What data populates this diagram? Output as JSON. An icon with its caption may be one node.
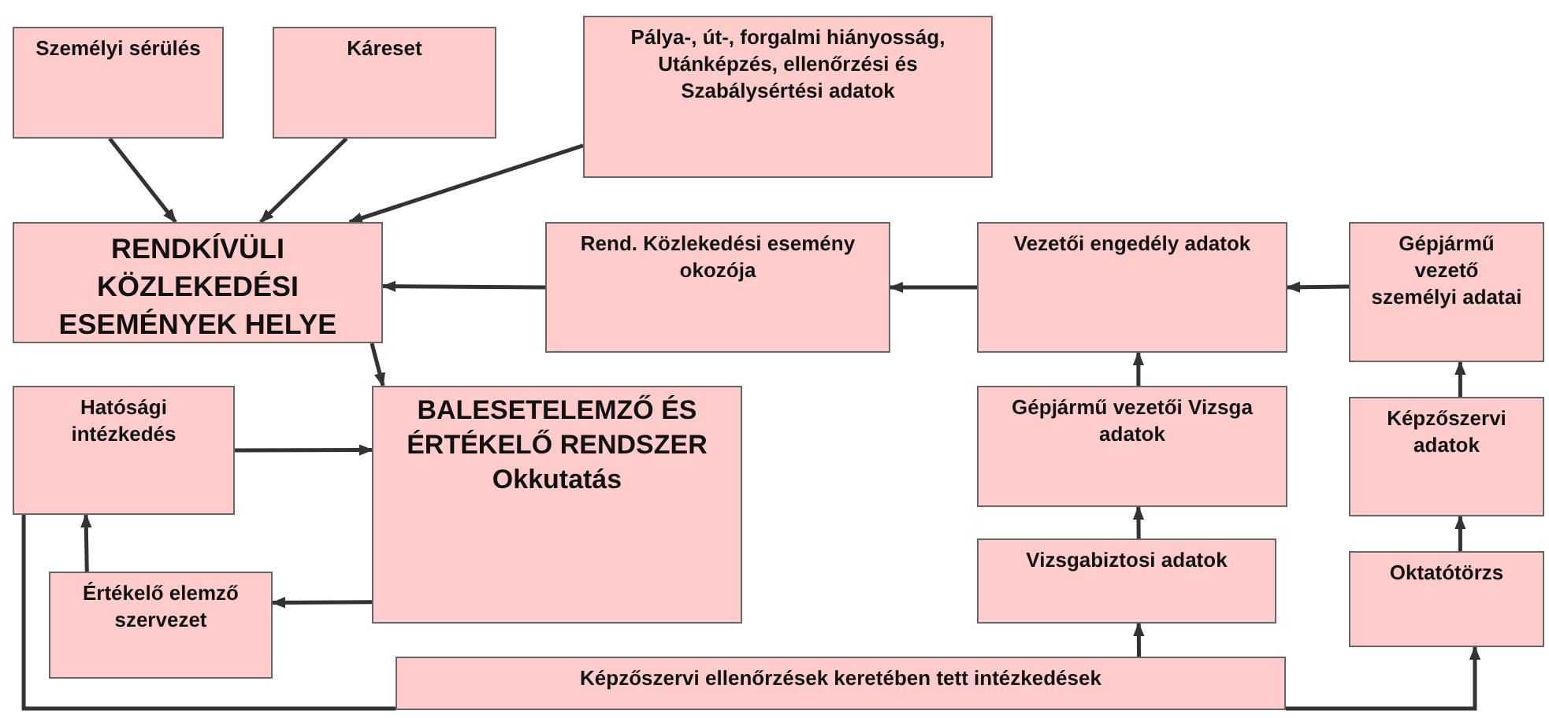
{
  "diagram": {
    "nodes": [
      {
        "text": [
          "Személyi sérülés"
        ]
      },
      {
        "text": [
          "Káreset"
        ]
      },
      {
        "text": [
          "Pálya-, út-, forgalmi hiányosság, Utánképzés, ellenőrzési és Szabálysértési adatok"
        ]
      },
      {
        "text": [
          "RENDKÍVÜLI KÖZLEKEDÉSI ESEMÉNYEK HELYE"
        ]
      },
      {
        "text": [
          "Rend. Közlekedési esemény okozója"
        ]
      },
      {
        "text": [
          "Vezetői engedély adatok"
        ]
      },
      {
        "text": [
          "Gépjármű vezető személyi adatai"
        ]
      },
      {
        "text": [
          "Hatósági intézkedés"
        ]
      },
      {
        "text": [
          "BALESETELEMZŐ ÉS ÉRTÉKELŐ RENDSZER Okkutatás"
        ]
      },
      {
        "text": [
          "Értékelő elemző szervezet"
        ]
      },
      {
        "text": [
          "Gépjármű vezetői Vizsga adatok"
        ]
      },
      {
        "text": [
          "Képzőszervi adatok"
        ]
      },
      {
        "text": [
          "Vizsgabiztosi adatok"
        ]
      },
      {
        "text": [
          "Oktatótörzs"
        ]
      },
      {
        "text": [
          "Képzőszervi ellenőrzések keretében tett intézkedések"
        ]
      }
    ],
    "edges": [
      {
        "from": 0,
        "to": 3,
        "arrow": "to"
      },
      {
        "from": 1,
        "to": 3,
        "arrow": "to"
      },
      {
        "from": 2,
        "to": 3,
        "arrow": "to"
      },
      {
        "from": 4,
        "to": 3,
        "arrow": "to"
      },
      {
        "from": 5,
        "to": 4,
        "arrow": "to"
      },
      {
        "from": 6,
        "to": 5,
        "arrow": "to"
      },
      {
        "from": 3,
        "to": 8,
        "arrow": "to"
      },
      {
        "from": 7,
        "to": 8,
        "arrow": "to"
      },
      {
        "from": 8,
        "to": 9,
        "arrow": "to"
      },
      {
        "from": 9,
        "to": 7,
        "arrow": "to"
      },
      {
        "from": 7,
        "to": 14,
        "arrow": "none"
      },
      {
        "from": 14,
        "to": 12,
        "arrow": "to"
      },
      {
        "from": 14,
        "to": 13,
        "arrow": "to"
      },
      {
        "from": 12,
        "to": 10,
        "arrow": "to"
      },
      {
        "from": 10,
        "to": 5,
        "arrow": "to"
      },
      {
        "from": 13,
        "to": 11,
        "arrow": "to"
      },
      {
        "from": 11,
        "to": 6,
        "arrow": "to"
      }
    ]
  }
}
